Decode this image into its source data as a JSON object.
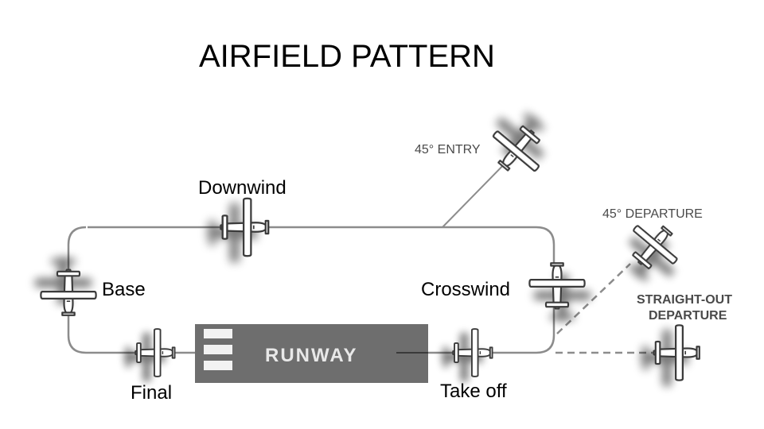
{
  "title": "AIRFIELD PATTERN",
  "legs": {
    "downwind": "Downwind",
    "base": "Base",
    "crosswind": "Crosswind",
    "final": "Final",
    "takeoff": "Take off"
  },
  "entry_label": "45° ENTRY",
  "departure_45_label": "45° DEPARTURE",
  "straight_out_label": [
    "STRAIGHT-OUT",
    "DEPARTURE"
  ],
  "runway_label": "RUNWAY",
  "colors": {
    "pattern_line": "#8c8c8c",
    "runway": "#6e6e6e",
    "runway_marking": "#f2f2f2",
    "plane_outline": "#3a3a3a",
    "label_gray": "#4a4a4a"
  },
  "icons": [
    "airplane-icon"
  ]
}
